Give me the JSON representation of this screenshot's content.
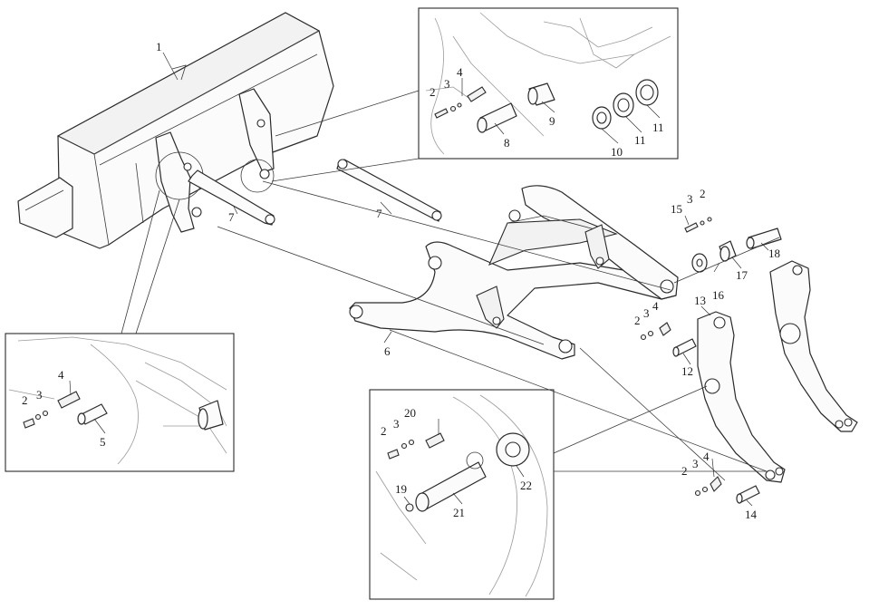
{
  "parts": {
    "bucket": "1",
    "screw": "2",
    "washer": "3",
    "plate": "4",
    "pin_5": "5",
    "boom": "6",
    "link_rod": "7",
    "pin_8": "8",
    "bushing_9": "9",
    "seal_10": "10",
    "seal_11": "11",
    "pin_12": "12",
    "bellcrank": "13",
    "pin_14": "14",
    "plate_15": "15",
    "spacer_16": "16",
    "bushing_17": "17",
    "pin_18": "18",
    "grease_fitting": "19",
    "plate_20": "20",
    "pin_21": "21",
    "spacer_22": "22"
  }
}
